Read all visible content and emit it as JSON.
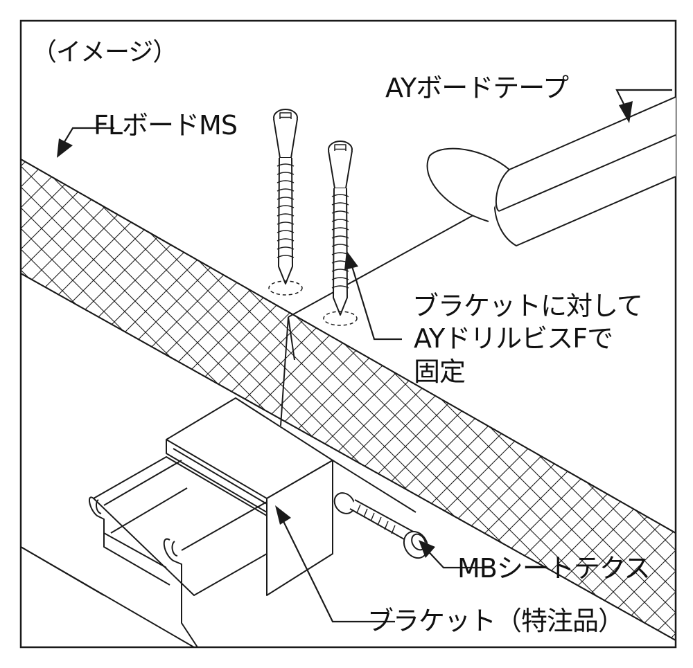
{
  "labels": {
    "image_note": "（イメージ）",
    "board_tape": "AYボードテープ",
    "fl_board": "FLボードMS",
    "fix_line1": "ブラケットに対して",
    "fix_line2": "AYドリルビスFで",
    "fix_line3": "固定",
    "mb_sheet_tex": "MBシートテクス",
    "bracket": "ブラケット（特注品）"
  },
  "colors": {
    "line": "#1a1a1a",
    "background": "#ffffff"
  }
}
